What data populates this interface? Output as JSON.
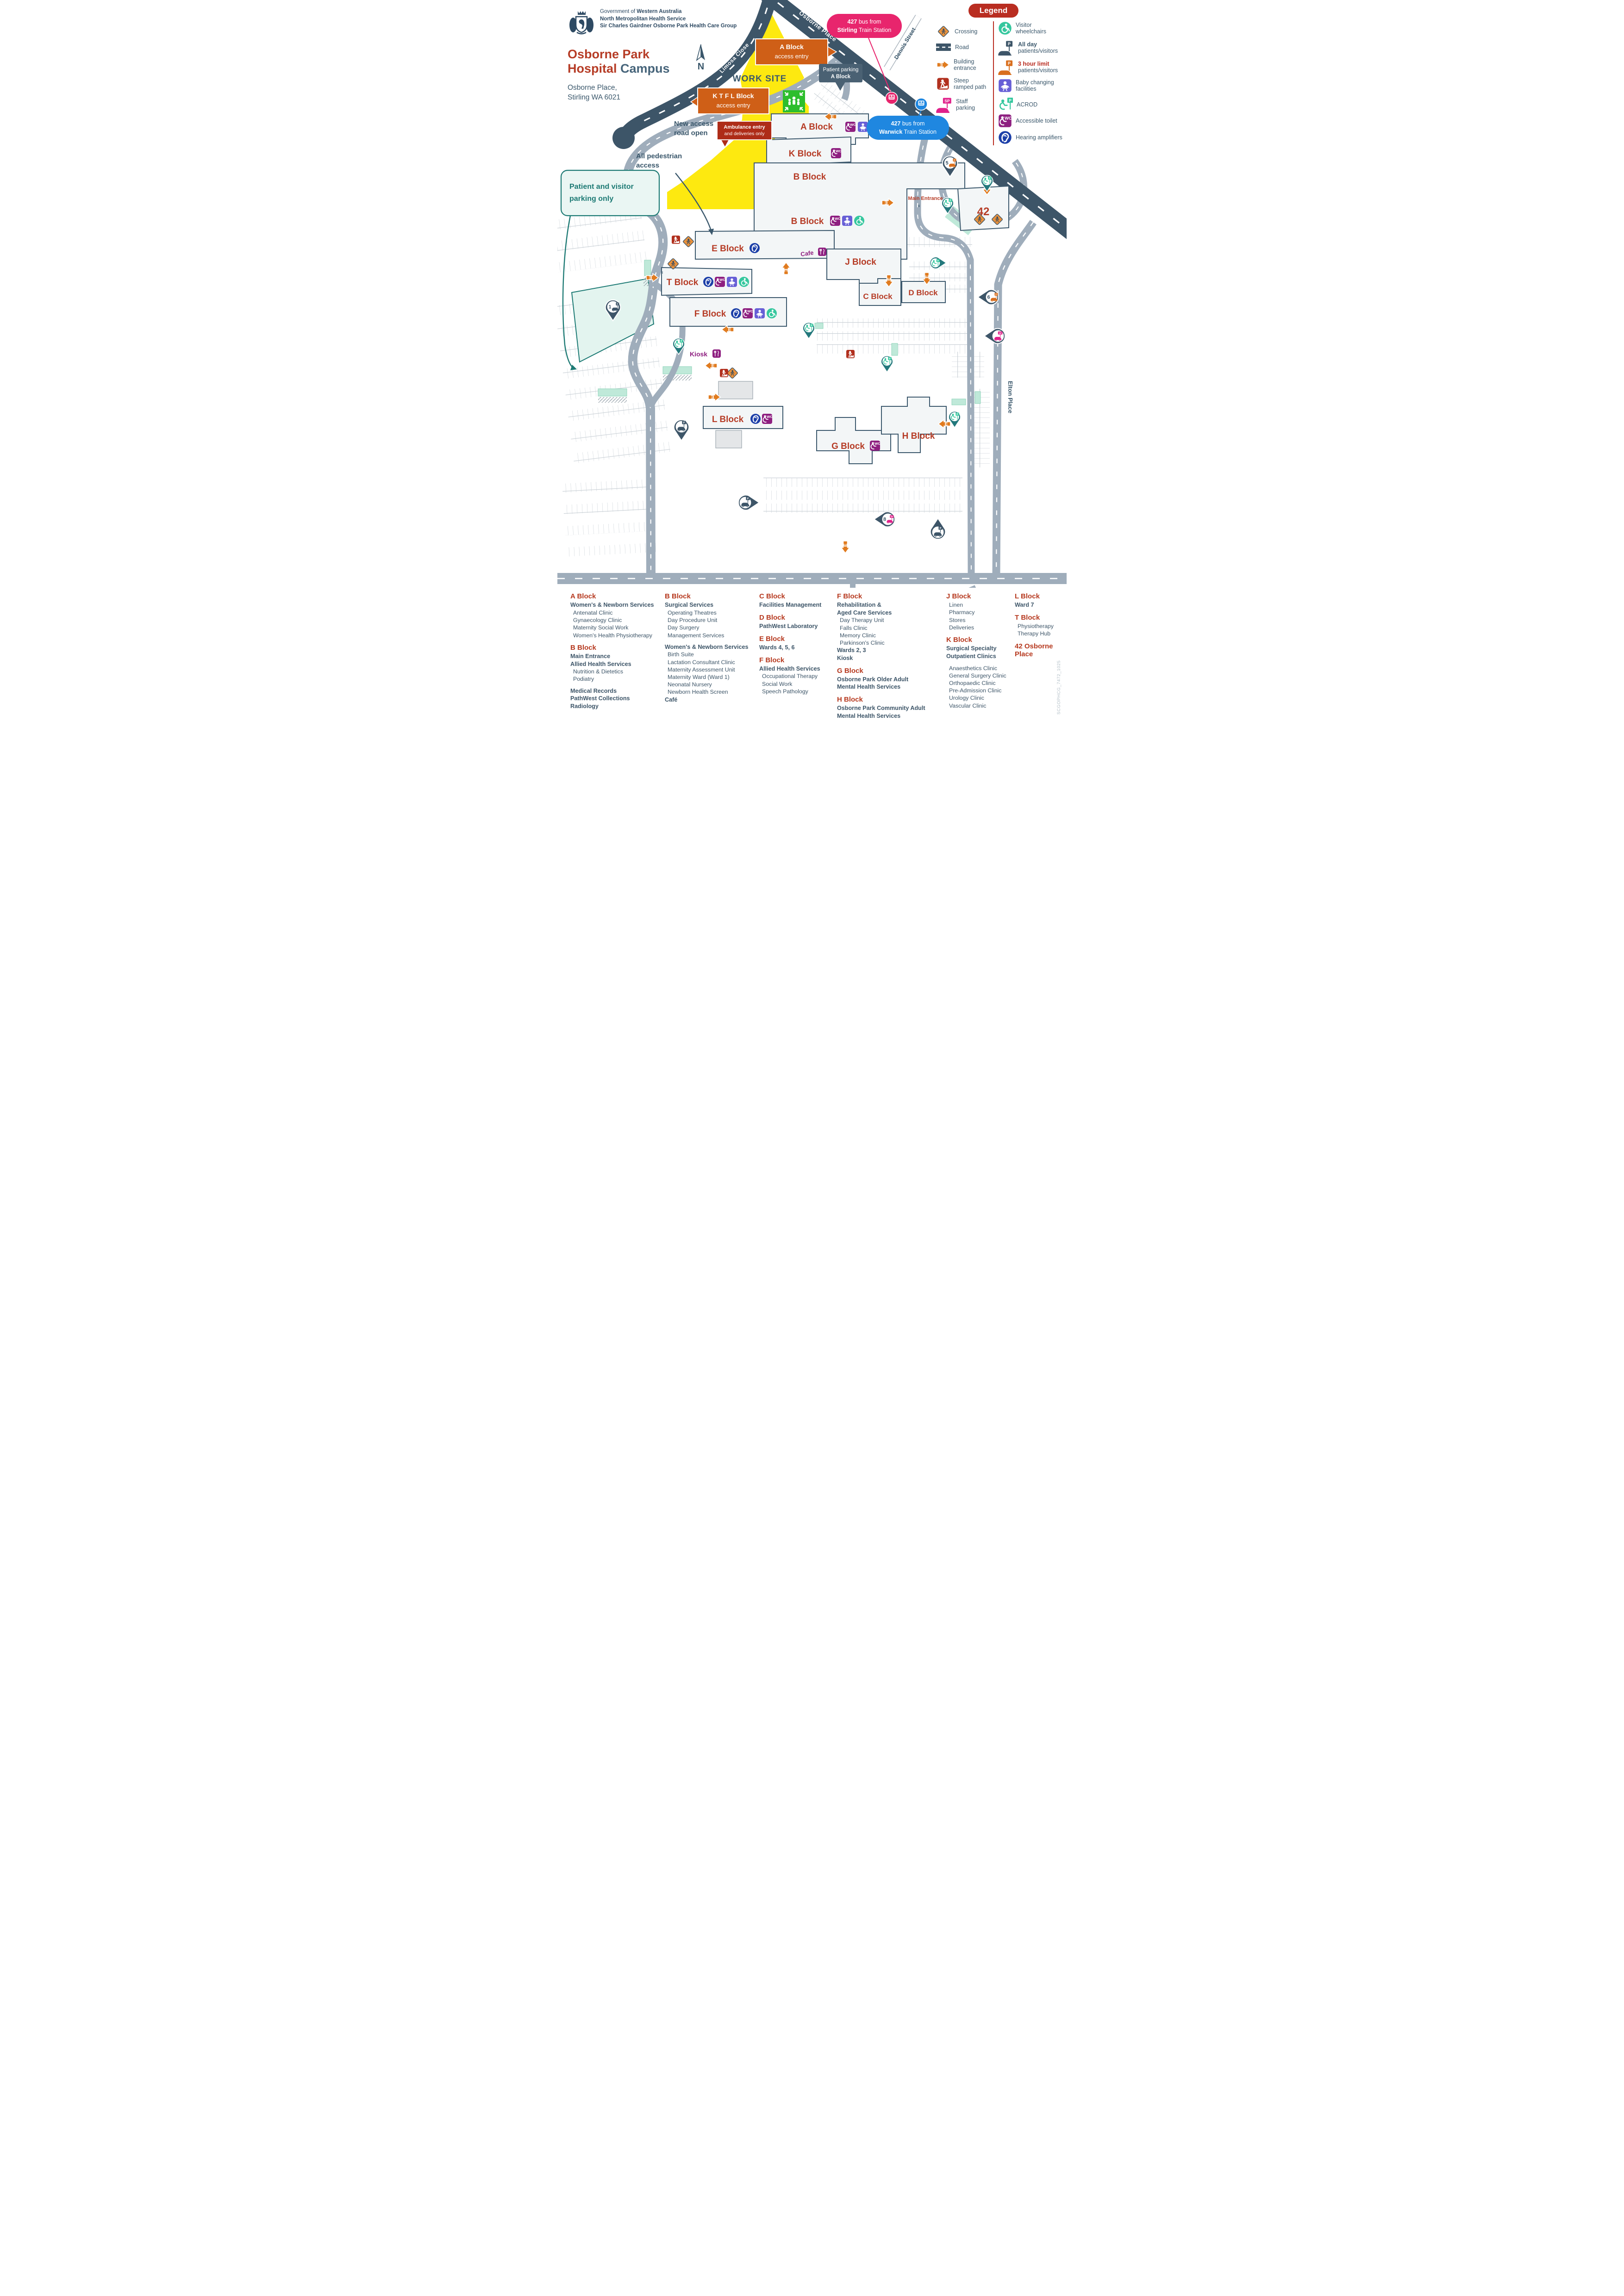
{
  "header": {
    "gov_prefix": "Government of ",
    "gov_bold": "Western Australia",
    "dept": "North Metropolitan Health Service",
    "group": "Sir Charles Gairdner Osborne Park Health Care Group",
    "title_line1": "Osborne Park",
    "title_line2_red": "Hospital",
    "title_line2_slate": " Campus",
    "address_line1": "Osborne Place,",
    "address_line2": "Stirling WA 6021",
    "compass": "N"
  },
  "legend": {
    "title": "Legend",
    "crossing": "Crossing",
    "road": "Road",
    "building_entrance_1": "Building",
    "building_entrance_2": "entrance",
    "steep_1": "Steep",
    "steep_2": "ramped path",
    "staff_1": "Staff",
    "staff_2": "parking",
    "visitor_1": "Visitor",
    "visitor_2": "wheelchairs",
    "allday_bold": "All day",
    "allday_rest": "patients/visitors",
    "threehour_bold": "3 hour limit",
    "threehour_rest": "patients/visitors",
    "baby_1": "Baby changing",
    "baby_2": "facilities",
    "acrod": "ACROD",
    "toilet": "Accessible toilet",
    "hearing": "Hearing amplifiers"
  },
  "map": {
    "streets": {
      "osborne1": "Osborne Place",
      "osborne2": "Osborne Place",
      "limosa": "Limosa Close",
      "dennis": "Dennis Street",
      "elton": "Elton Place"
    },
    "worksite": "WORK SITE",
    "callouts": {
      "a_access_1": "A Block",
      "a_access_2": "access entry",
      "ktfl_1": "K T F L Block",
      "ktfl_2": "access entry",
      "ambulance_1": "Ambulance entry",
      "ambulance_2": "and deliveries only",
      "pparkA_1": "Patient parking",
      "pparkA_2": "A Block",
      "stirling_num": "427",
      "stirling_rest": " bus from",
      "stirling_bold": "Stirling",
      "stirling_rest2": " Train Station",
      "warwick_num": "427",
      "warwick_rest": " bus from",
      "warwick_bold": "Warwick",
      "warwick_rest2": " Train Station",
      "pv_parking_1": "Patient and visitor",
      "pv_parking_2": "parking only",
      "new_access_1": "New access",
      "new_access_2": "road open",
      "ped_access_1": "All pedestrian",
      "ped_access_2": "access",
      "main_entrance": "Main Entrance",
      "cafe": "Cafe",
      "kiosk": "Kiosk"
    },
    "blocks": {
      "a": "A Block",
      "k": "K Block",
      "b_upper": "B Block",
      "b_lower": "B Block",
      "e": "E Block",
      "t": "T Block",
      "f": "F Block",
      "j": "J Block",
      "c": "C Block",
      "d": "D Block",
      "l": "L Block",
      "g": "G Block",
      "h": "H Block",
      "n42": "42"
    },
    "pins": {
      "p": "P",
      "sp": "SP",
      "p1": "1",
      "p5": "5",
      "p6": "6",
      "p8": "8"
    },
    "bay15": "15",
    "entrance_letter": "E"
  },
  "colors": {
    "red": "#b63c26",
    "slate": "#3a576b",
    "road_dark": "#3d5568",
    "road_light": "#9fadbb",
    "worksite_yellow": "#fde910",
    "orange": "#e07b1f",
    "teal": "#1d7a74",
    "mint": "#bfe9d9",
    "bus_pink": "#e8256d",
    "bus_blue": "#1f87e0",
    "wc_purple": "#8e1f80",
    "baby_indigo": "#675fd6",
    "assembly_green": "#2dbe2d",
    "staff_magenta": "#e0218a",
    "acrod_green": "#35c79e",
    "hearing_blue": "#1c3fa8",
    "legend_red": "#b92d21"
  },
  "bottom": {
    "h_a1": "A Block",
    "h_b1": "B Block",
    "h_b2": "B Block",
    "h_c": "C Block",
    "h_d": "D Block",
    "h_e": "E Block",
    "h_f1": "F Block",
    "h_f2": "F Block",
    "h_g": "G Block",
    "h_h": "H Block",
    "h_j": "J Block",
    "h_k": "K Block",
    "h_l": "L Block",
    "h_t": "T Block",
    "h_42": "42 Osborne Place",
    "col1_a": [
      {
        "t": "Women's & Newborn Services",
        "c": "b"
      },
      {
        "t": "Antenatal Clinic"
      },
      {
        "t": "Gynaecology Clinic"
      },
      {
        "t": "Maternity Social Work"
      },
      {
        "t": "Women's Health Physiotherapy"
      }
    ],
    "col1_b": [
      {
        "t": "Main Entrance",
        "c": "b"
      },
      {
        "t": "Allied Health Services",
        "c": "b"
      },
      {
        "t": "Nutrition & Dietetics"
      },
      {
        "t": "Podiatry"
      },
      {
        "t": "Medical Records",
        "c": "b gap"
      },
      {
        "t": "PathWest Collections",
        "c": "b"
      },
      {
        "t": "Radiology",
        "c": "b"
      }
    ],
    "col2_b": [
      {
        "t": "Surgical Services",
        "c": "b"
      },
      {
        "t": "Operating Theatres"
      },
      {
        "t": "Day Procedure Unit"
      },
      {
        "t": "Day Surgery"
      },
      {
        "t": "Management Services"
      },
      {
        "t": "Women's & Newborn Services",
        "c": "b gap"
      },
      {
        "t": "Birth Suite"
      },
      {
        "t": "Lactation Consultant Clinic"
      },
      {
        "t": "Maternity Assessment Unit"
      },
      {
        "t": "Maternity Ward (Ward 1)"
      },
      {
        "t": "Neonatal Nursery"
      },
      {
        "t": "Newborn Health Screen"
      },
      {
        "t": "Café",
        "c": "b"
      }
    ],
    "col3_c": [
      {
        "t": "Facilities Management",
        "c": "b"
      }
    ],
    "col3_d": [
      {
        "t": "PathWest Laboratory",
        "c": "b"
      }
    ],
    "col3_e": [
      {
        "t": "Wards 4, 5, 6",
        "c": "b"
      }
    ],
    "col3_f": [
      {
        "t": "Allied Health Services",
        "c": "b"
      },
      {
        "t": "Occupational Therapy"
      },
      {
        "t": "Social Work"
      },
      {
        "t": "Speech Pathology"
      }
    ],
    "col4_f": [
      {
        "t": "Rehabilitation &",
        "c": "b"
      },
      {
        "t": "Aged Care Services",
        "c": "b"
      },
      {
        "t": "Day Therapy Unit"
      },
      {
        "t": "Falls Clinic"
      },
      {
        "t": "Memory Clinic"
      },
      {
        "t": "Parkinson's Clinic"
      },
      {
        "t": "Wards 2, 3",
        "c": "b"
      },
      {
        "t": "Kiosk",
        "c": "b"
      }
    ],
    "col4_g": [
      {
        "t": "Osborne Park Older Adult",
        "c": "b"
      },
      {
        "t": "Mental Health Services",
        "c": "b"
      }
    ],
    "col4_h": [
      {
        "t": "Osborne Park Community Adult",
        "c": "b"
      },
      {
        "t": "Mental Health Services",
        "c": "b"
      }
    ],
    "col5_j": [
      {
        "t": "Linen"
      },
      {
        "t": "Pharmacy"
      },
      {
        "t": "Stores"
      },
      {
        "t": "Deliveries"
      }
    ],
    "col5_k": [
      {
        "t": "Surgical Specialty",
        "c": "b"
      },
      {
        "t": "Outpatient Clinics",
        "c": "b"
      },
      {
        "t": "Anaesthetics Clinic",
        "c": "gap"
      },
      {
        "t": "General Surgery Clinic"
      },
      {
        "t": "Orthopaedic Clinic"
      },
      {
        "t": "Pre-Admission Clinic"
      },
      {
        "t": "Urology Clinic"
      },
      {
        "t": "Vascular Clinic"
      }
    ],
    "col6_l": [
      {
        "t": "Ward 7",
        "c": "b"
      }
    ],
    "col6_t": [
      {
        "t": "Physiotherapy"
      },
      {
        "t": "Therapy Hub"
      }
    ]
  },
  "watermark": "SCGOPHCG_7472_1025"
}
